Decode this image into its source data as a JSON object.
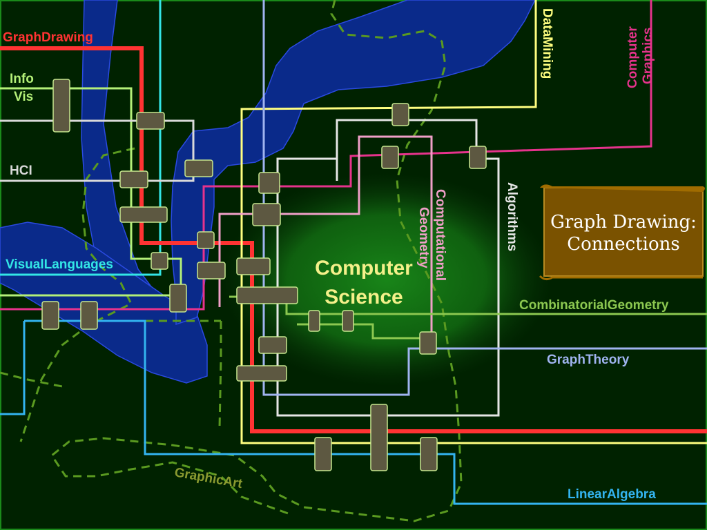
{
  "title": {
    "line1": "Graph Drawing:",
    "line2": "Connections"
  },
  "center": {
    "line1": "Computer",
    "line2": "Science"
  },
  "lines": {
    "graph_drawing": {
      "label": "GraphDrawing",
      "color": "#ff3333"
    },
    "info_vis": {
      "label_line1": "Info",
      "label_line2": "Vis",
      "color": "#b4f078"
    },
    "hci": {
      "label": "HCI",
      "color": "#d9d9d9"
    },
    "visual_languages": {
      "label": "VisualLanguages",
      "color": "#33e6e6"
    },
    "data_mining": {
      "label": "DataMining",
      "color": "#ffff80"
    },
    "computer_graphics": {
      "label_line1": "Computer",
      "label_line2": "Graphics",
      "color": "#e6338c"
    },
    "computational_geometry": {
      "label_line1": "Computational",
      "label_line2": "Geometry",
      "color": "#f0a0c8"
    },
    "algorithms": {
      "label": "Algorithms",
      "color": "#e6e6e6"
    },
    "combinatorial_geometry": {
      "label": "CombinatorialGeometry",
      "color": "#8cc850"
    },
    "graph_theory": {
      "label": "GraphTheory",
      "color": "#a0b4f0"
    },
    "linear_algebra": {
      "label": "LinearAlgebra",
      "color": "#33b4f0"
    },
    "graphic_art": {
      "label": "GraphicArt",
      "color": "#8a9a30"
    }
  }
}
